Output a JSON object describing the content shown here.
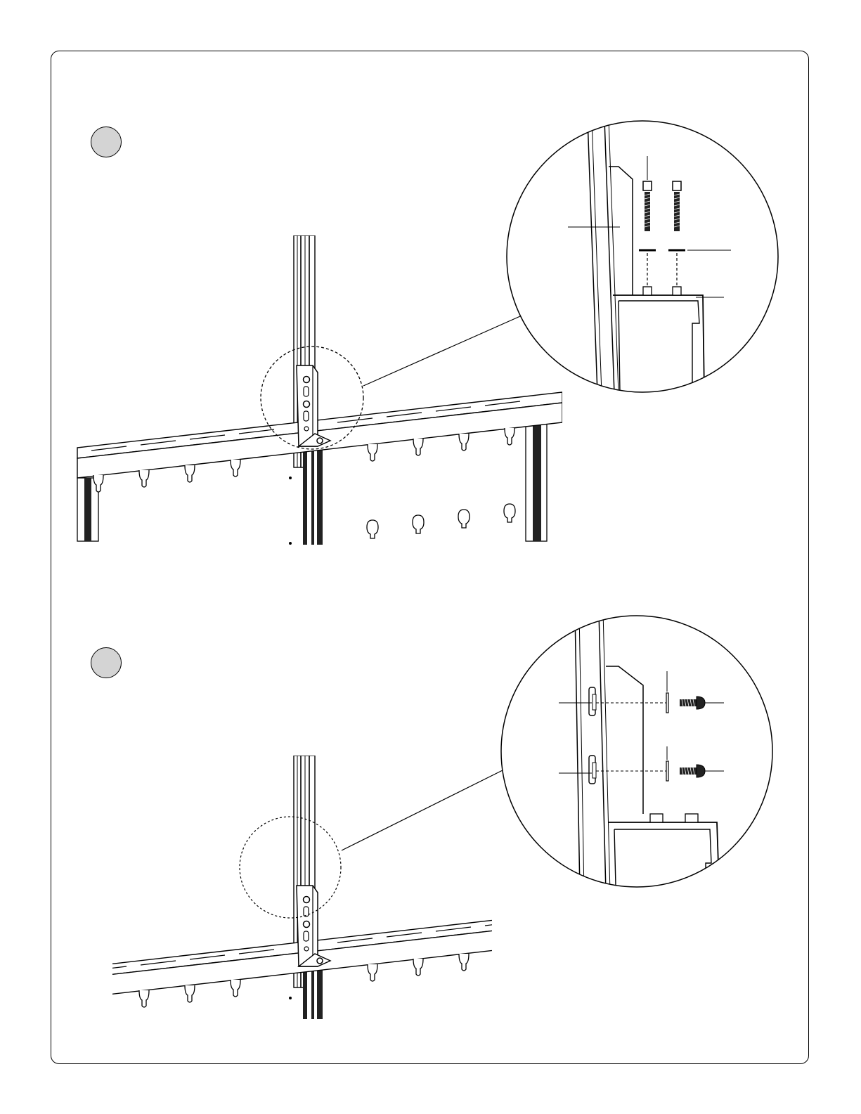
{
  "document": {
    "type": "assembly-instructions",
    "colors": {
      "stroke": "#000000",
      "badge_fill": "#d4d4d4",
      "background": "#ffffff"
    }
  },
  "steps": [
    {
      "badge_icon": "step-number-circle",
      "detail_view": "vertical-mounting-with-socket-screws",
      "fasteners": "socket-head-screw",
      "fastener_count": 2
    },
    {
      "badge_icon": "step-number-circle",
      "detail_view": "horizontal-mounting-with-button-screws",
      "fasteners": "button-head-screw",
      "fastener_count": 2
    }
  ]
}
